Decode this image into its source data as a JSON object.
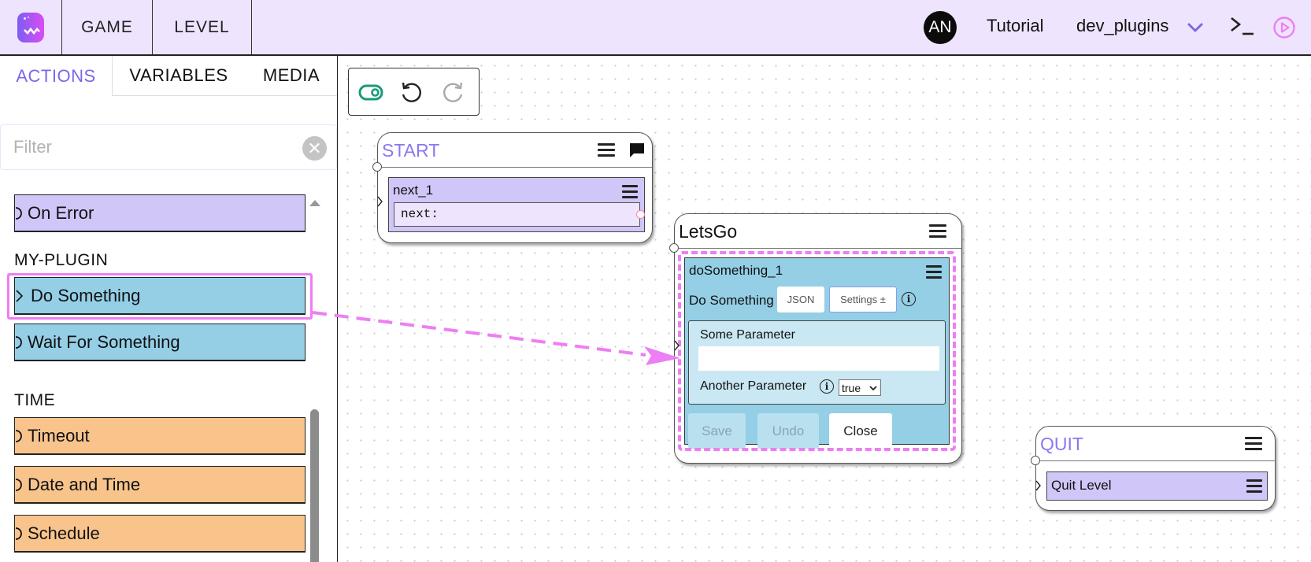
{
  "topbar": {
    "logo": "app-logo",
    "nav": [
      {
        "label": "GAME"
      },
      {
        "label": "LEVEL"
      }
    ],
    "avatar_initials": "AN",
    "tutorial_label": "Tutorial",
    "project_label": "dev_plugins",
    "icons": [
      "chevron-down-icon",
      "terminal-icon",
      "play-icon"
    ],
    "colors": {
      "background": "#efe4fe",
      "accent": "#7a68e6",
      "play": "#ed7ef3"
    }
  },
  "panel": {
    "tabs": [
      {
        "label": "ACTIONS",
        "active": true
      },
      {
        "label": "VARIABLES",
        "active": false
      },
      {
        "label": "MEDIA",
        "active": false
      }
    ],
    "filter": {
      "placeholder": "Filter",
      "value": ""
    },
    "list": {
      "items_top": [
        {
          "label": "On Error",
          "color": "#d0c6f7"
        }
      ],
      "categories": [
        {
          "name": "MY-PLUGIN",
          "items": [
            {
              "label": "Do Something",
              "color": "#94cfe6",
              "selected": true
            },
            {
              "label": "Wait For Something",
              "color": "#94cfe6"
            }
          ]
        },
        {
          "name": "TIME",
          "items": [
            {
              "label": "Timeout",
              "color": "#f8c48c"
            },
            {
              "label": "Date and Time",
              "color": "#f8c48c"
            },
            {
              "label": "Schedule",
              "color": "#f8c48c"
            }
          ]
        }
      ]
    }
  },
  "canvas": {
    "toolbar": {
      "icons": [
        "toggle-icon",
        "undo-icon",
        "redo-icon"
      ]
    },
    "nodes": {
      "start": {
        "title": "START",
        "block": {
          "name": "next_1",
          "field": "next:"
        }
      },
      "letsgo": {
        "title": "LetsGo",
        "block": {
          "name": "doSomething_1",
          "action_label": "Do Something",
          "json_button": "JSON",
          "settings_button": "Settings ±",
          "params": {
            "some_parameter_label": "Some Parameter",
            "some_parameter_value": "",
            "another_parameter_label": "Another Parameter",
            "another_parameter_value": "true"
          },
          "buttons": {
            "save": "Save",
            "undo": "Undo",
            "close": "Close"
          }
        }
      },
      "quit": {
        "title": "QUIT",
        "block": {
          "name": "Quit Level"
        }
      }
    },
    "drag_arrow_color": "#ed7ef3"
  }
}
